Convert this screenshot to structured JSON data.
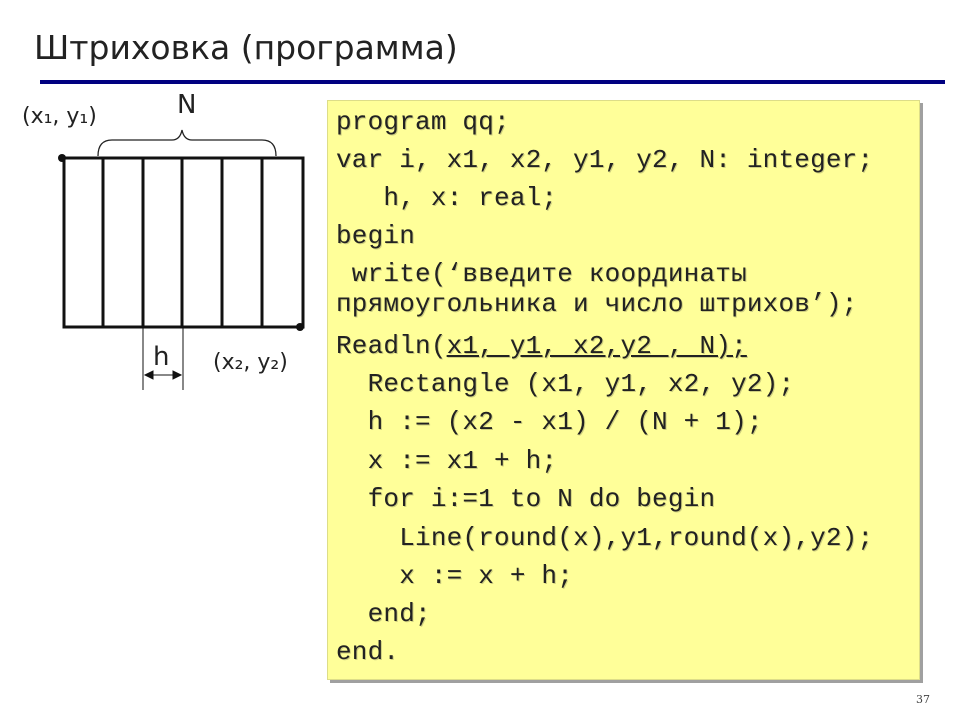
{
  "slide": {
    "title": "Штриховка (программа)",
    "page_number": "37"
  },
  "diagram": {
    "label_top_left": "(x₁, y₁)",
    "label_bottom_right": "(x₂, y₂)",
    "label_n": "N",
    "label_h": "h"
  },
  "code": {
    "lines": [
      "program qq;",
      "var i, x1, x2, y1, y2, N: integer;",
      "   h, x: real;",
      "begin",
      " write(‘введите координаты",
      "прямоугольника и число штрихов’);",
      "Readln(",
      "  Rectangle (x1, y1, x2, y2);",
      "  h := (x2 - x1) / (N + 1);",
      "  x := x1 + h;",
      "  for i:=1 to N do begin",
      "    Line(round(x),y1,round(x),y2);",
      "    x := x + h;",
      "  end;",
      "end."
    ],
    "readln_args": "x1, y1, x2,y2 , N);"
  },
  "colors": {
    "code_bg": "#ffff99",
    "rule": "#000080"
  }
}
